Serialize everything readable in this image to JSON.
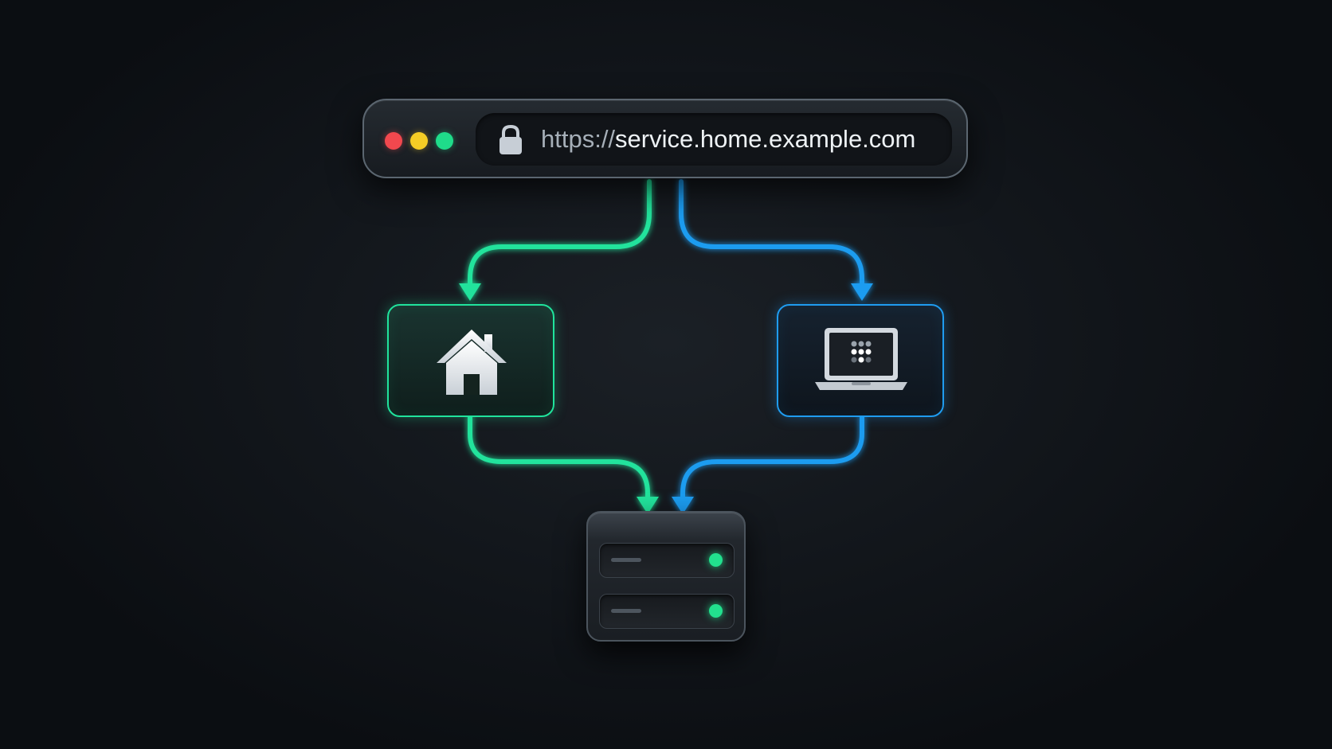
{
  "browser": {
    "url_protocol": "https://",
    "url_host": "service.home.example.com",
    "traffic_lights": [
      "#f2484e",
      "#f5cd25",
      "#1fdc8a"
    ]
  },
  "nodes": [
    {
      "id": "home-network",
      "icon": "house-icon",
      "accent": "#20e39c"
    },
    {
      "id": "remote-device",
      "icon": "laptop-icon",
      "accent": "#1f9cf0"
    },
    {
      "id": "home-server",
      "icon": "server-icon",
      "leds": 2,
      "led_color": "#22e08e"
    }
  ],
  "routes": [
    {
      "from": "browser",
      "to": "home-network",
      "color": "#20e39c"
    },
    {
      "from": "browser",
      "to": "remote-device",
      "color": "#1f9cf0"
    },
    {
      "from": "home-network",
      "to": "home-server",
      "color": "#20e39c"
    },
    {
      "from": "remote-device",
      "to": "home-server",
      "color": "#1f9cf0"
    }
  ],
  "colors": {
    "background": "#0f1317",
    "green_route": "#20e39c",
    "blue_route": "#1f9cf0"
  }
}
